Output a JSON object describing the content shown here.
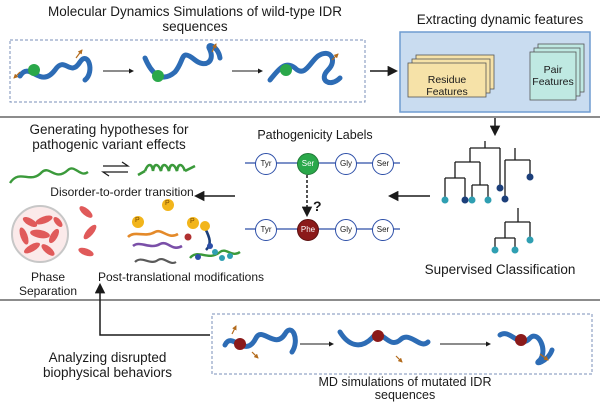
{
  "titles": {
    "md_wildtype": "Molecular Dynamics Simulations of wild-type IDR sequences",
    "extracting": "Extracting dynamic features",
    "generating": "Generating hypotheses for pathogenic variant effects",
    "pathogenicity": "Pathogenicity Labels",
    "supervised": "Supervised Classification",
    "analyzing": "Analyzing disrupted biophysical behaviors",
    "md_mutated": "MD simulations of mutated IDR sequences"
  },
  "features": {
    "residue": "Residue Features",
    "pair": "Pair Features"
  },
  "pathogenicity": {
    "wildtype_residues": [
      "Tyr",
      "Ser",
      "Gly",
      "Ser"
    ],
    "mutant_residues": [
      "Tyr",
      "Phe",
      "Gly",
      "Ser"
    ],
    "question_mark": "?"
  },
  "effects": {
    "disorder_to_order": "Disorder-to-order transition",
    "phase_separation": "Phase Separation",
    "ptm": "Post-translational modifications",
    "phospho_label": "P"
  },
  "colors": {
    "chain_blue": "#2d6cb5",
    "wildtype_node": "#2aa84a",
    "mutant_node": "#8b1a1a",
    "panel_blue": "#c9dcf0",
    "panel_border": "#6f9cd0",
    "residue_card": "#f6e2a8",
    "pair_card": "#bfe9e2",
    "dash": "#7a8fb8",
    "helix_green": "#3b9a3b",
    "droplet_red": "#e05a5a",
    "phospho_yellow": "#f2b51b"
  }
}
